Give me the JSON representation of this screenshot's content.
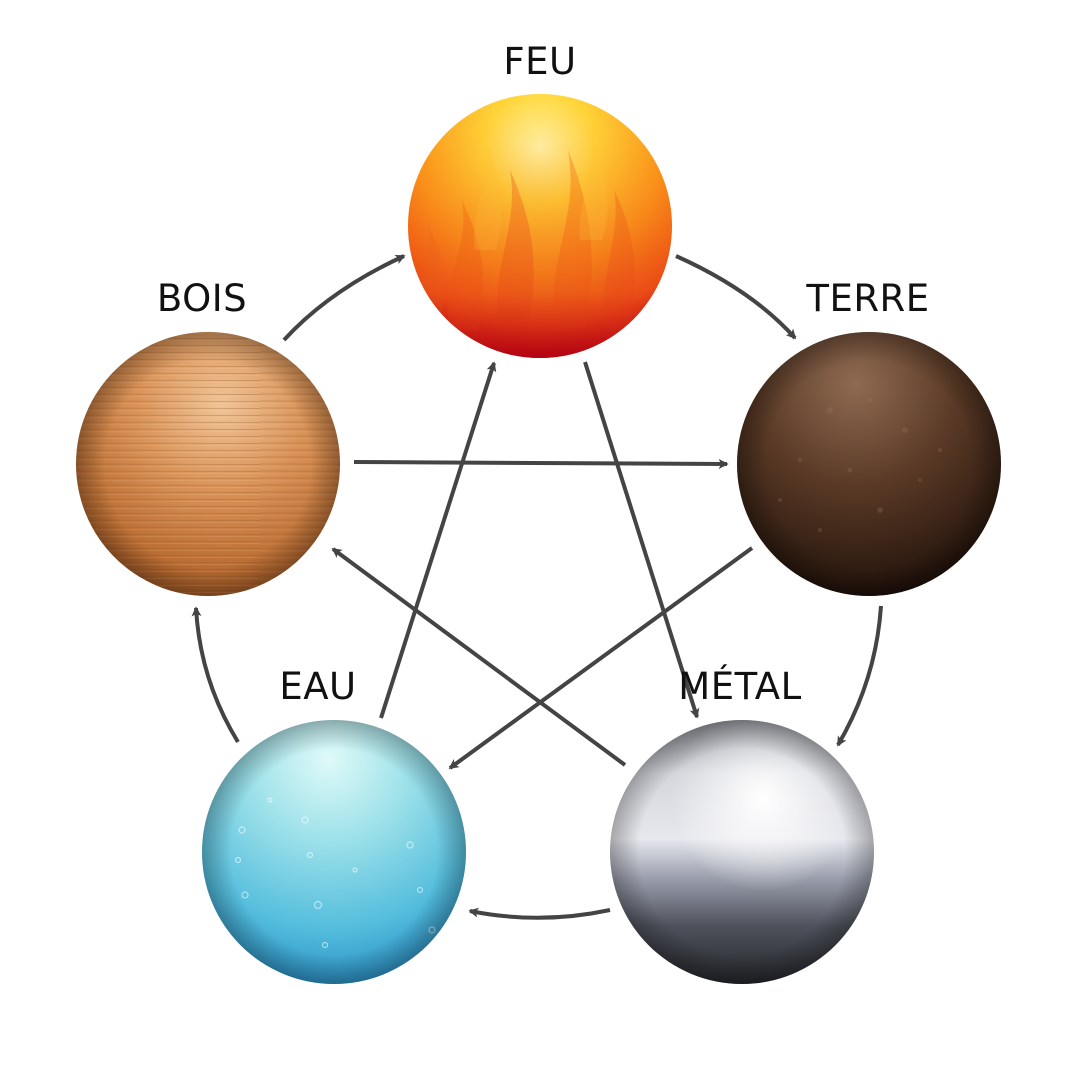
{
  "elements": {
    "feu": {
      "label": "FEU",
      "color": "#f7941d"
    },
    "terre": {
      "label": "TERRE",
      "color": "#5a3a26"
    },
    "metal": {
      "label": "MÉTAL",
      "color": "#9ea3ad"
    },
    "eau": {
      "label": "EAU",
      "color": "#5fc3df"
    },
    "bois": {
      "label": "BOIS",
      "color": "#cf8a4f"
    }
  },
  "arrow_color": "#444444",
  "generating_cycle": [
    [
      "bois",
      "feu"
    ],
    [
      "feu",
      "terre"
    ],
    [
      "terre",
      "metal"
    ],
    [
      "metal",
      "eau"
    ],
    [
      "eau",
      "bois"
    ]
  ],
  "controlling_cycle": [
    [
      "bois",
      "terre"
    ],
    [
      "terre",
      "eau"
    ],
    [
      "eau",
      "feu"
    ],
    [
      "feu",
      "metal"
    ],
    [
      "metal",
      "bois"
    ]
  ]
}
